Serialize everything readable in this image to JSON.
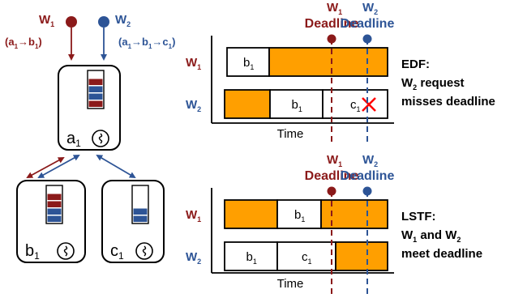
{
  "colors": {
    "w1": "#8b1a1a",
    "w2": "#2d5496",
    "busy": "#ff9f00",
    "ink": "#000000",
    "cross": "#ff0000",
    "box_fill": "#ffffff"
  },
  "workloads": {
    "w1": {
      "label": "W",
      "sub": "1",
      "path": {
        "open": "(a",
        "parts": [
          [
            "1",
            "→b"
          ],
          [
            "1",
            ")"
          ]
        ]
      }
    },
    "w2": {
      "label": "W",
      "sub": "2",
      "path": {
        "open": "(a",
        "parts": [
          [
            "1",
            "→b"
          ],
          [
            "1",
            "→c"
          ],
          [
            "1",
            ")"
          ]
        ]
      }
    }
  },
  "nodes": {
    "a": {
      "name": "a",
      "sub": "1",
      "queue": [
        "w1",
        "w2",
        "w2",
        "w1"
      ],
      "queue_slots": 5
    },
    "b": {
      "name": "b",
      "sub": "1",
      "queue": [
        "w1",
        "w1",
        "w2",
        "w2"
      ],
      "queue_slots": 5
    },
    "c": {
      "name": "c",
      "sub": "1",
      "queue": [
        "w2",
        "w2"
      ],
      "queue_slots": 5
    }
  },
  "charts": [
    {
      "id": "edf",
      "deadlines": [
        {
          "workload": "w1",
          "label": "W",
          "sub": "1",
          "caption": "Deadline"
        },
        {
          "workload": "w2",
          "label": "W",
          "sub": "2",
          "caption": "Deadline"
        }
      ],
      "rows": [
        {
          "workload": "w1",
          "label": "W",
          "sub": "1",
          "segments": [
            {
              "text": "b",
              "sub": "1",
              "busy": false
            },
            {
              "text": "",
              "sub": "",
              "busy": true
            }
          ]
        },
        {
          "workload": "w2",
          "label": "W",
          "sub": "2",
          "segments": [
            {
              "text": "",
              "sub": "",
              "busy": true
            },
            {
              "text": "b",
              "sub": "1",
              "busy": false
            },
            {
              "text": "c",
              "sub": "1",
              "busy": false,
              "missed": true
            }
          ]
        }
      ],
      "time_label": "Time",
      "caption": [
        [
          {
            "t": "EDF:"
          }
        ],
        [
          {
            "t": "W"
          },
          {
            "t": "2",
            "sub": true
          },
          {
            "t": " request"
          }
        ],
        [
          {
            "t": "misses deadline"
          }
        ]
      ]
    },
    {
      "id": "lstf",
      "deadlines": [
        {
          "workload": "w1",
          "label": "W",
          "sub": "1",
          "caption": "Deadline"
        },
        {
          "workload": "w2",
          "label": "W",
          "sub": "2",
          "caption": "Deadline"
        }
      ],
      "rows": [
        {
          "workload": "w1",
          "label": "W",
          "sub": "1",
          "segments": [
            {
              "text": "",
              "sub": "",
              "busy": true
            },
            {
              "text": "b",
              "sub": "1",
              "busy": false
            },
            {
              "text": "",
              "sub": "",
              "busy": true
            }
          ]
        },
        {
          "workload": "w2",
          "label": "W",
          "sub": "2",
          "segments": [
            {
              "text": "b",
              "sub": "1",
              "busy": false
            },
            {
              "text": "c",
              "sub": "1",
              "busy": false
            },
            {
              "text": "",
              "sub": "",
              "busy": true
            }
          ]
        }
      ],
      "time_label": "Time",
      "caption": [
        [
          {
            "t": "LSTF:"
          }
        ],
        [
          {
            "t": "W"
          },
          {
            "t": "1",
            "sub": true
          },
          {
            "t": " and W"
          },
          {
            "t": "2",
            "sub": true
          }
        ],
        [
          {
            "t": "meet deadline"
          }
        ]
      ]
    }
  ]
}
